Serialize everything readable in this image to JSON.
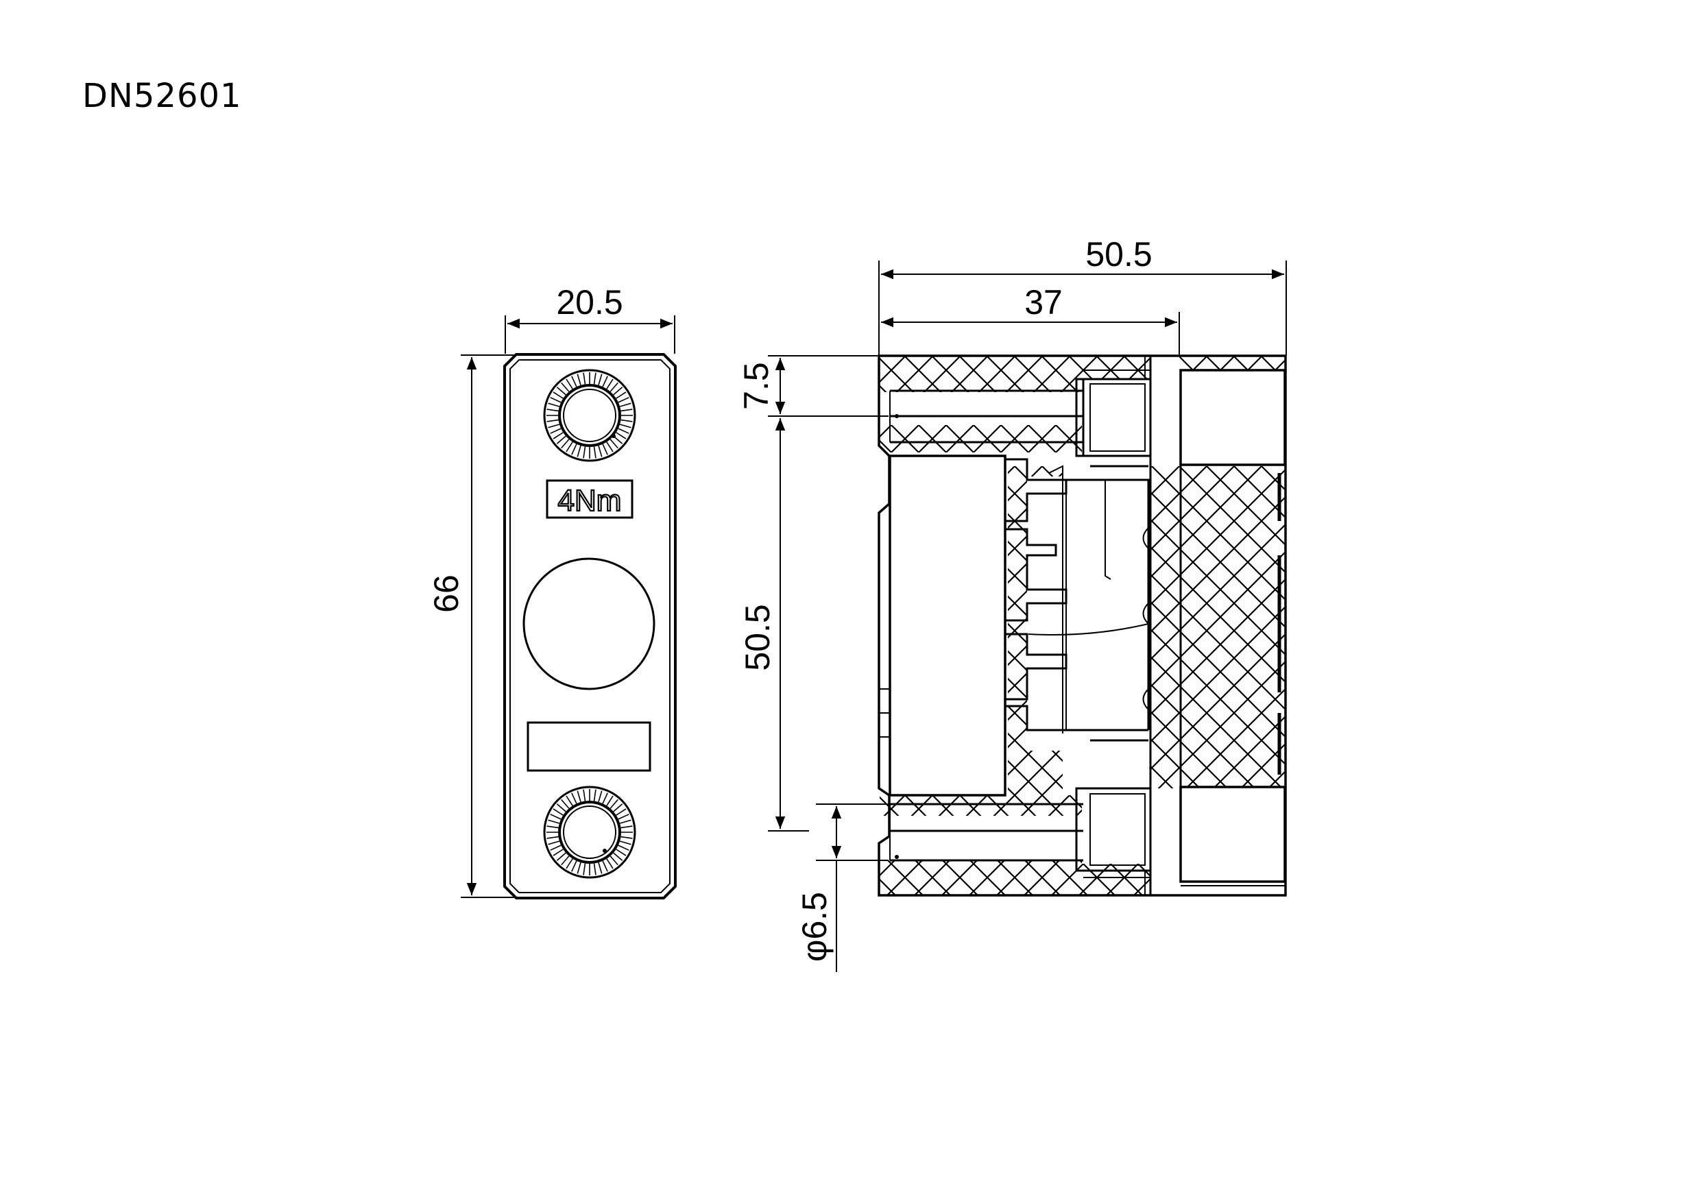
{
  "part_number": "DN52601",
  "front_view": {
    "torque_label": "4Nm",
    "dim_width": "20.5",
    "dim_height": "66"
  },
  "side_view": {
    "dim_total_length": "50.5",
    "dim_inner_length": "37",
    "dim_top_offset": "7.5",
    "dim_screw_spacing": "50.5",
    "dim_hole_diameter": "φ6.5"
  },
  "colors": {
    "line": "#000000",
    "background": "#ffffff"
  }
}
